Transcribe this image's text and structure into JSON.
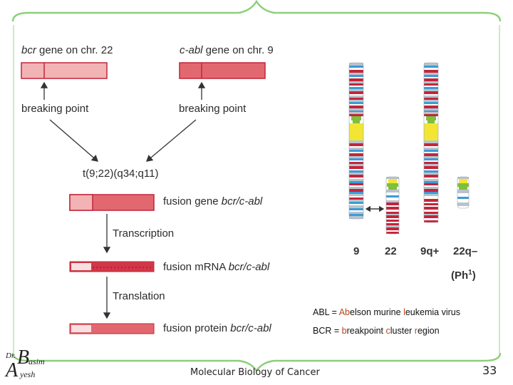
{
  "diagram": {
    "bcr_gene_name": "bcr",
    "bcr_gene_rest": " gene on chr. 22",
    "abl_gene_name": "c-abl",
    "abl_gene_rest": " gene on chr. 9",
    "breaking_point_left": "breaking point",
    "breaking_point_right": "breaking point",
    "translocation": "t(9;22)(q34;q11)",
    "fusion_gene_prefix": "fusion gene ",
    "fusion_gene_name": "bcr/c-abl",
    "transcription": "Transcription",
    "fusion_mrna_prefix": "fusion mRNA ",
    "fusion_mrna_name": "bcr/c-abl",
    "translation": "Translation",
    "fusion_protein_prefix": "fusion protein ",
    "fusion_protein_name": "bcr/c-abl"
  },
  "chromosomes": {
    "label_9": "9",
    "label_22": "22",
    "label_9q": "9q+",
    "label_22q": "22q–",
    "ph_label": "(Ph",
    "ph_sup": "1",
    "ph_close": ")"
  },
  "definitions": {
    "abl_prefix": "ABL = ",
    "abl_parts": [
      "Ab",
      "el",
      "son murine ",
      "l",
      "eukemia virus"
    ],
    "bcr_prefix": "BCR = ",
    "bcr_parts": [
      "b",
      "reakpoint ",
      "c",
      "luster ",
      "r",
      "egion"
    ]
  },
  "footer": {
    "signature_dr": "Dr.",
    "signature_initial1": "B",
    "signature_name1": "asim",
    "signature_initial2": "A",
    "signature_name2": "yesh",
    "course": "Molecular Biology of Cancer",
    "page_number": "33"
  },
  "colors": {
    "frame_green": "#8ccf7a",
    "bcr_fill": "#f2b3b5",
    "abl_fill": "#e2686f",
    "chrom_red": "#c3253a",
    "chrom_blue": "#3b9bd6",
    "centromere_green": "#7fbf3c",
    "band_yellow": "#f3e534",
    "definition_highlight": "#b8471a"
  }
}
